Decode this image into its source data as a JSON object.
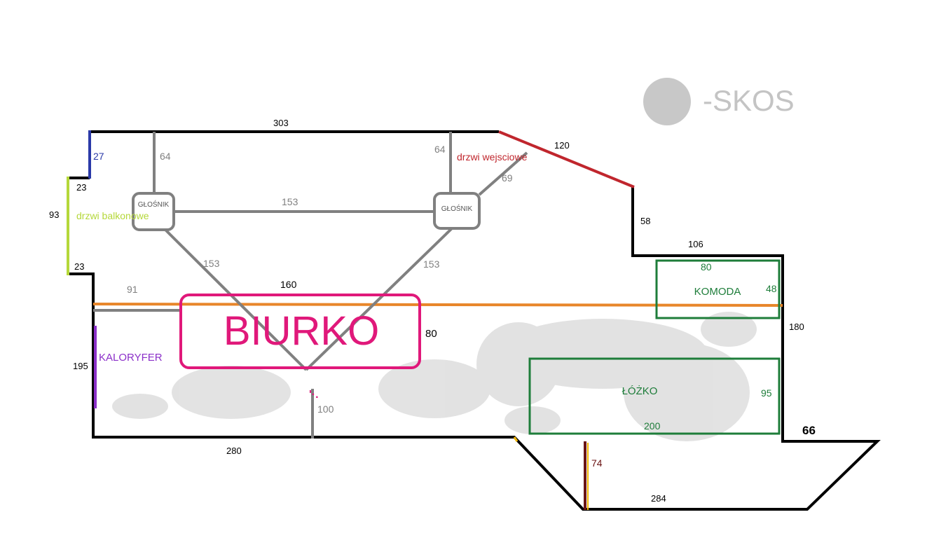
{
  "legend": {
    "label": "-SKOS"
  },
  "colors": {
    "wall": "#000000",
    "skos": "#c8c8c8",
    "wire": "#808080",
    "balcony_door": "#b5d83a",
    "entrance_door": "#c0262d",
    "window_blue": "#2b3aa8",
    "desk": "#e0187a",
    "radiator": "#8b2fc9",
    "furniture": "#1e7d3a",
    "orange_line": "#e8862a",
    "brown_line": "#6b1414",
    "gold_line": "#f0b400"
  },
  "speakers": [
    {
      "label": "GŁOŚNIK"
    },
    {
      "label": "GŁOŚNIK"
    }
  ],
  "furniture": {
    "desk": {
      "label": "BIURKO",
      "width": "160",
      "depth": "80"
    },
    "radiator": {
      "label": "KALORYFER",
      "length": "195"
    },
    "dresser": {
      "label": "KOMODA",
      "width": "80",
      "depth": "48"
    },
    "bed": {
      "label": "ŁÓŻKO",
      "width": "95",
      "length": "200"
    }
  },
  "doors": {
    "balcony": "drzwi balkonowe",
    "entrance": "drzwi wejsciowe"
  },
  "walls": {
    "top": "303",
    "entrance_slant": "120",
    "right_step": "58",
    "right_top": "106",
    "right_side": "180",
    "right_extension": "66",
    "bottom_left": "280",
    "bottom_ext": "284",
    "ext_depth": "74",
    "left_window": "27",
    "left_23_top": "23",
    "left_balcony": "93",
    "left_23_bottom": "23"
  },
  "wires": {
    "left_drop": "64",
    "right_drop": "64",
    "entrance_link": "69",
    "between_speakers": "153",
    "left_diag": "153",
    "right_diag": "153",
    "desk_down": "100",
    "left_side": "91"
  }
}
